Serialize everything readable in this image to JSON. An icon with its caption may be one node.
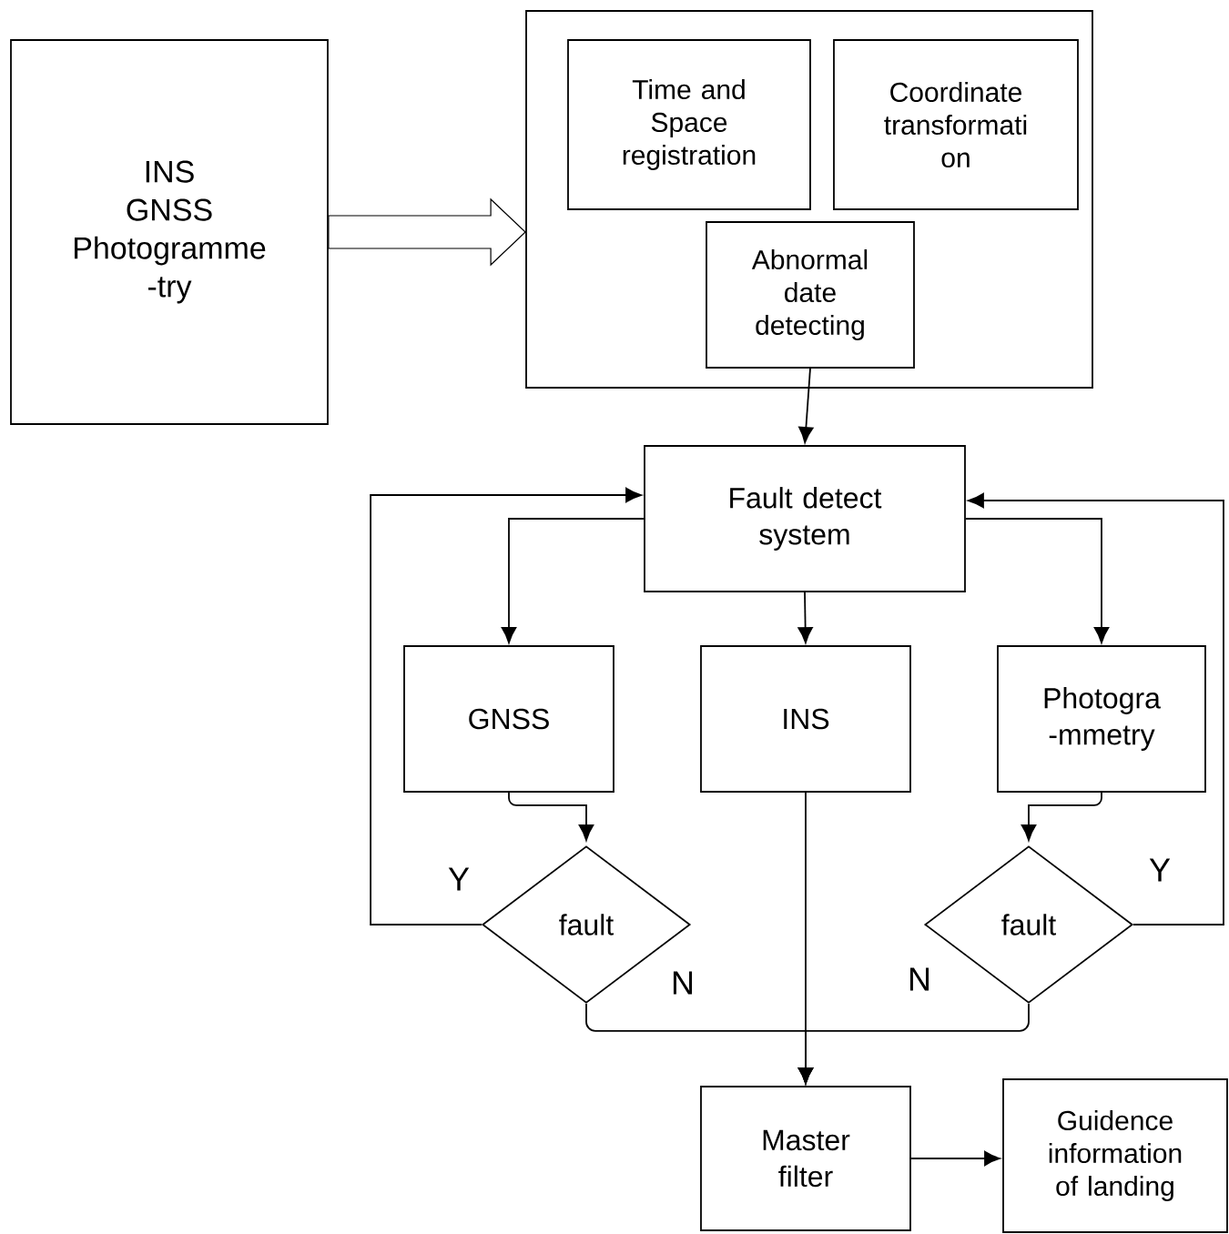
{
  "diagram": {
    "nodes": [
      {
        "text": [
          "INS",
          "GNSS",
          "Photogramme -try"
        ]
      },
      {
        "text": [],
        "shape": "box"
      },
      {
        "text": [
          "Time and Space registration"
        ],
        "in": 1
      },
      {
        "text": [
          "Coordinate transformati on"
        ],
        "in": 1
      },
      {
        "text": [
          "Abnormal date detecting"
        ],
        "in": 1
      },
      {
        "text": [
          "Fault detect system"
        ]
      },
      {
        "text": [
          "GNSS"
        ]
      },
      {
        "text": [
          "INS"
        ]
      },
      {
        "text": [
          "Photogra -mmetry"
        ]
      },
      {
        "text": [
          "fault"
        ]
      },
      {
        "text": [
          "fault"
        ]
      },
      {
        "text": [
          "Master filter"
        ]
      },
      {
        "text": [
          "Guidence information of landing"
        ]
      }
    ],
    "edges": [
      {
        "from": 0,
        "to": 1,
        "arrow": "to",
        "style": "thick"
      },
      {
        "from": 4,
        "to": 5,
        "arrow": "to"
      },
      {
        "from": 5,
        "to": 6,
        "arrow": "to"
      },
      {
        "from": 5,
        "to": 7,
        "arrow": "to"
      },
      {
        "from": 5,
        "to": 8,
        "arrow": "to"
      },
      {
        "from": 6,
        "to": 9,
        "arrow": "to"
      },
      {
        "from": 8,
        "to": 10,
        "arrow": "to"
      },
      {
        "from": 9,
        "to": 5,
        "arrow": "to",
        "label": "Y"
      },
      {
        "from": 10,
        "to": 5,
        "arrow": "to",
        "label": "Y"
      },
      {
        "from": 9,
        "to": 11,
        "arrow": "to",
        "label": "N"
      },
      {
        "from": 7,
        "to": 11,
        "arrow": "to"
      },
      {
        "from": 10,
        "to": 11,
        "arrow": "to",
        "label": "N"
      },
      {
        "from": 11,
        "to": 12,
        "arrow": "to"
      }
    ]
  }
}
